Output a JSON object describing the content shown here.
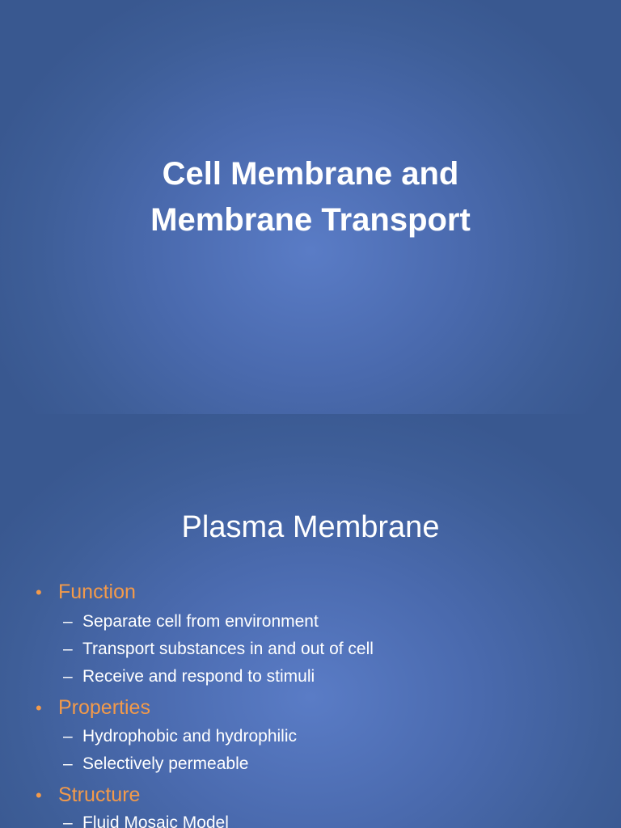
{
  "slide1": {
    "title_line1": "Cell Membrane and",
    "title_line2": "Membrane Transport"
  },
  "slide2": {
    "title": "Plasma Membrane",
    "bullet_marker": "•",
    "dash_marker": "–",
    "sections": [
      {
        "label": "Function",
        "items": [
          "Separate cell from environment",
          "Transport substances in and out of cell",
          "Receive and respond to stimuli"
        ]
      },
      {
        "label": "Properties",
        "items": [
          "Hydrophobic and hydrophilic",
          "Selectively permeable"
        ]
      },
      {
        "label": "Structure",
        "items": [
          "Fluid Mosaic Model"
        ]
      }
    ]
  },
  "colors": {
    "background": "#4a6aae",
    "bullet_heading": "#f39a4a",
    "text": "#ffffff"
  }
}
